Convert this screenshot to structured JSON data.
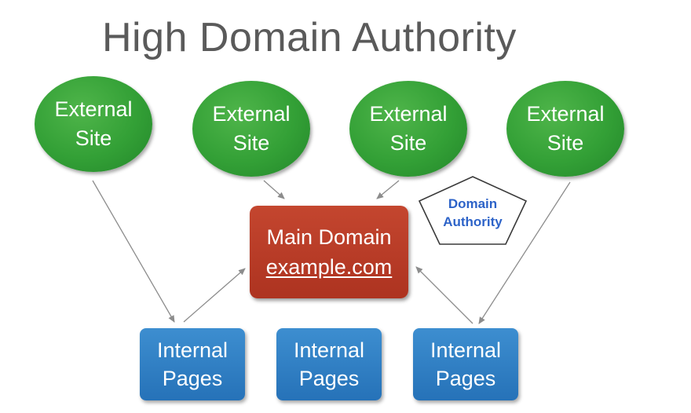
{
  "title": "High Domain Authority",
  "external_sites": [
    {
      "line1": "External",
      "line2": "Site"
    },
    {
      "line1": "External",
      "line2": "Site"
    },
    {
      "line1": "External",
      "line2": "Site"
    },
    {
      "line1": "External",
      "line2": "Site"
    }
  ],
  "main_domain": {
    "label": "Main Domain",
    "url": "example.com"
  },
  "domain_authority": {
    "line1": "Domain",
    "line2": "Authority"
  },
  "internal_pages": [
    {
      "line1": "Internal",
      "line2": "Pages"
    },
    {
      "line1": "Internal",
      "line2": "Pages"
    },
    {
      "line1": "Internal",
      "line2": "Pages"
    }
  ],
  "colors": {
    "external_site": "#33a036",
    "main_domain": "#b5392a",
    "internal_pages": "#2e7cc0",
    "domain_authority_text": "#2d63c8",
    "arrows": "#8c8c8c",
    "title": "#5a5a5a"
  }
}
